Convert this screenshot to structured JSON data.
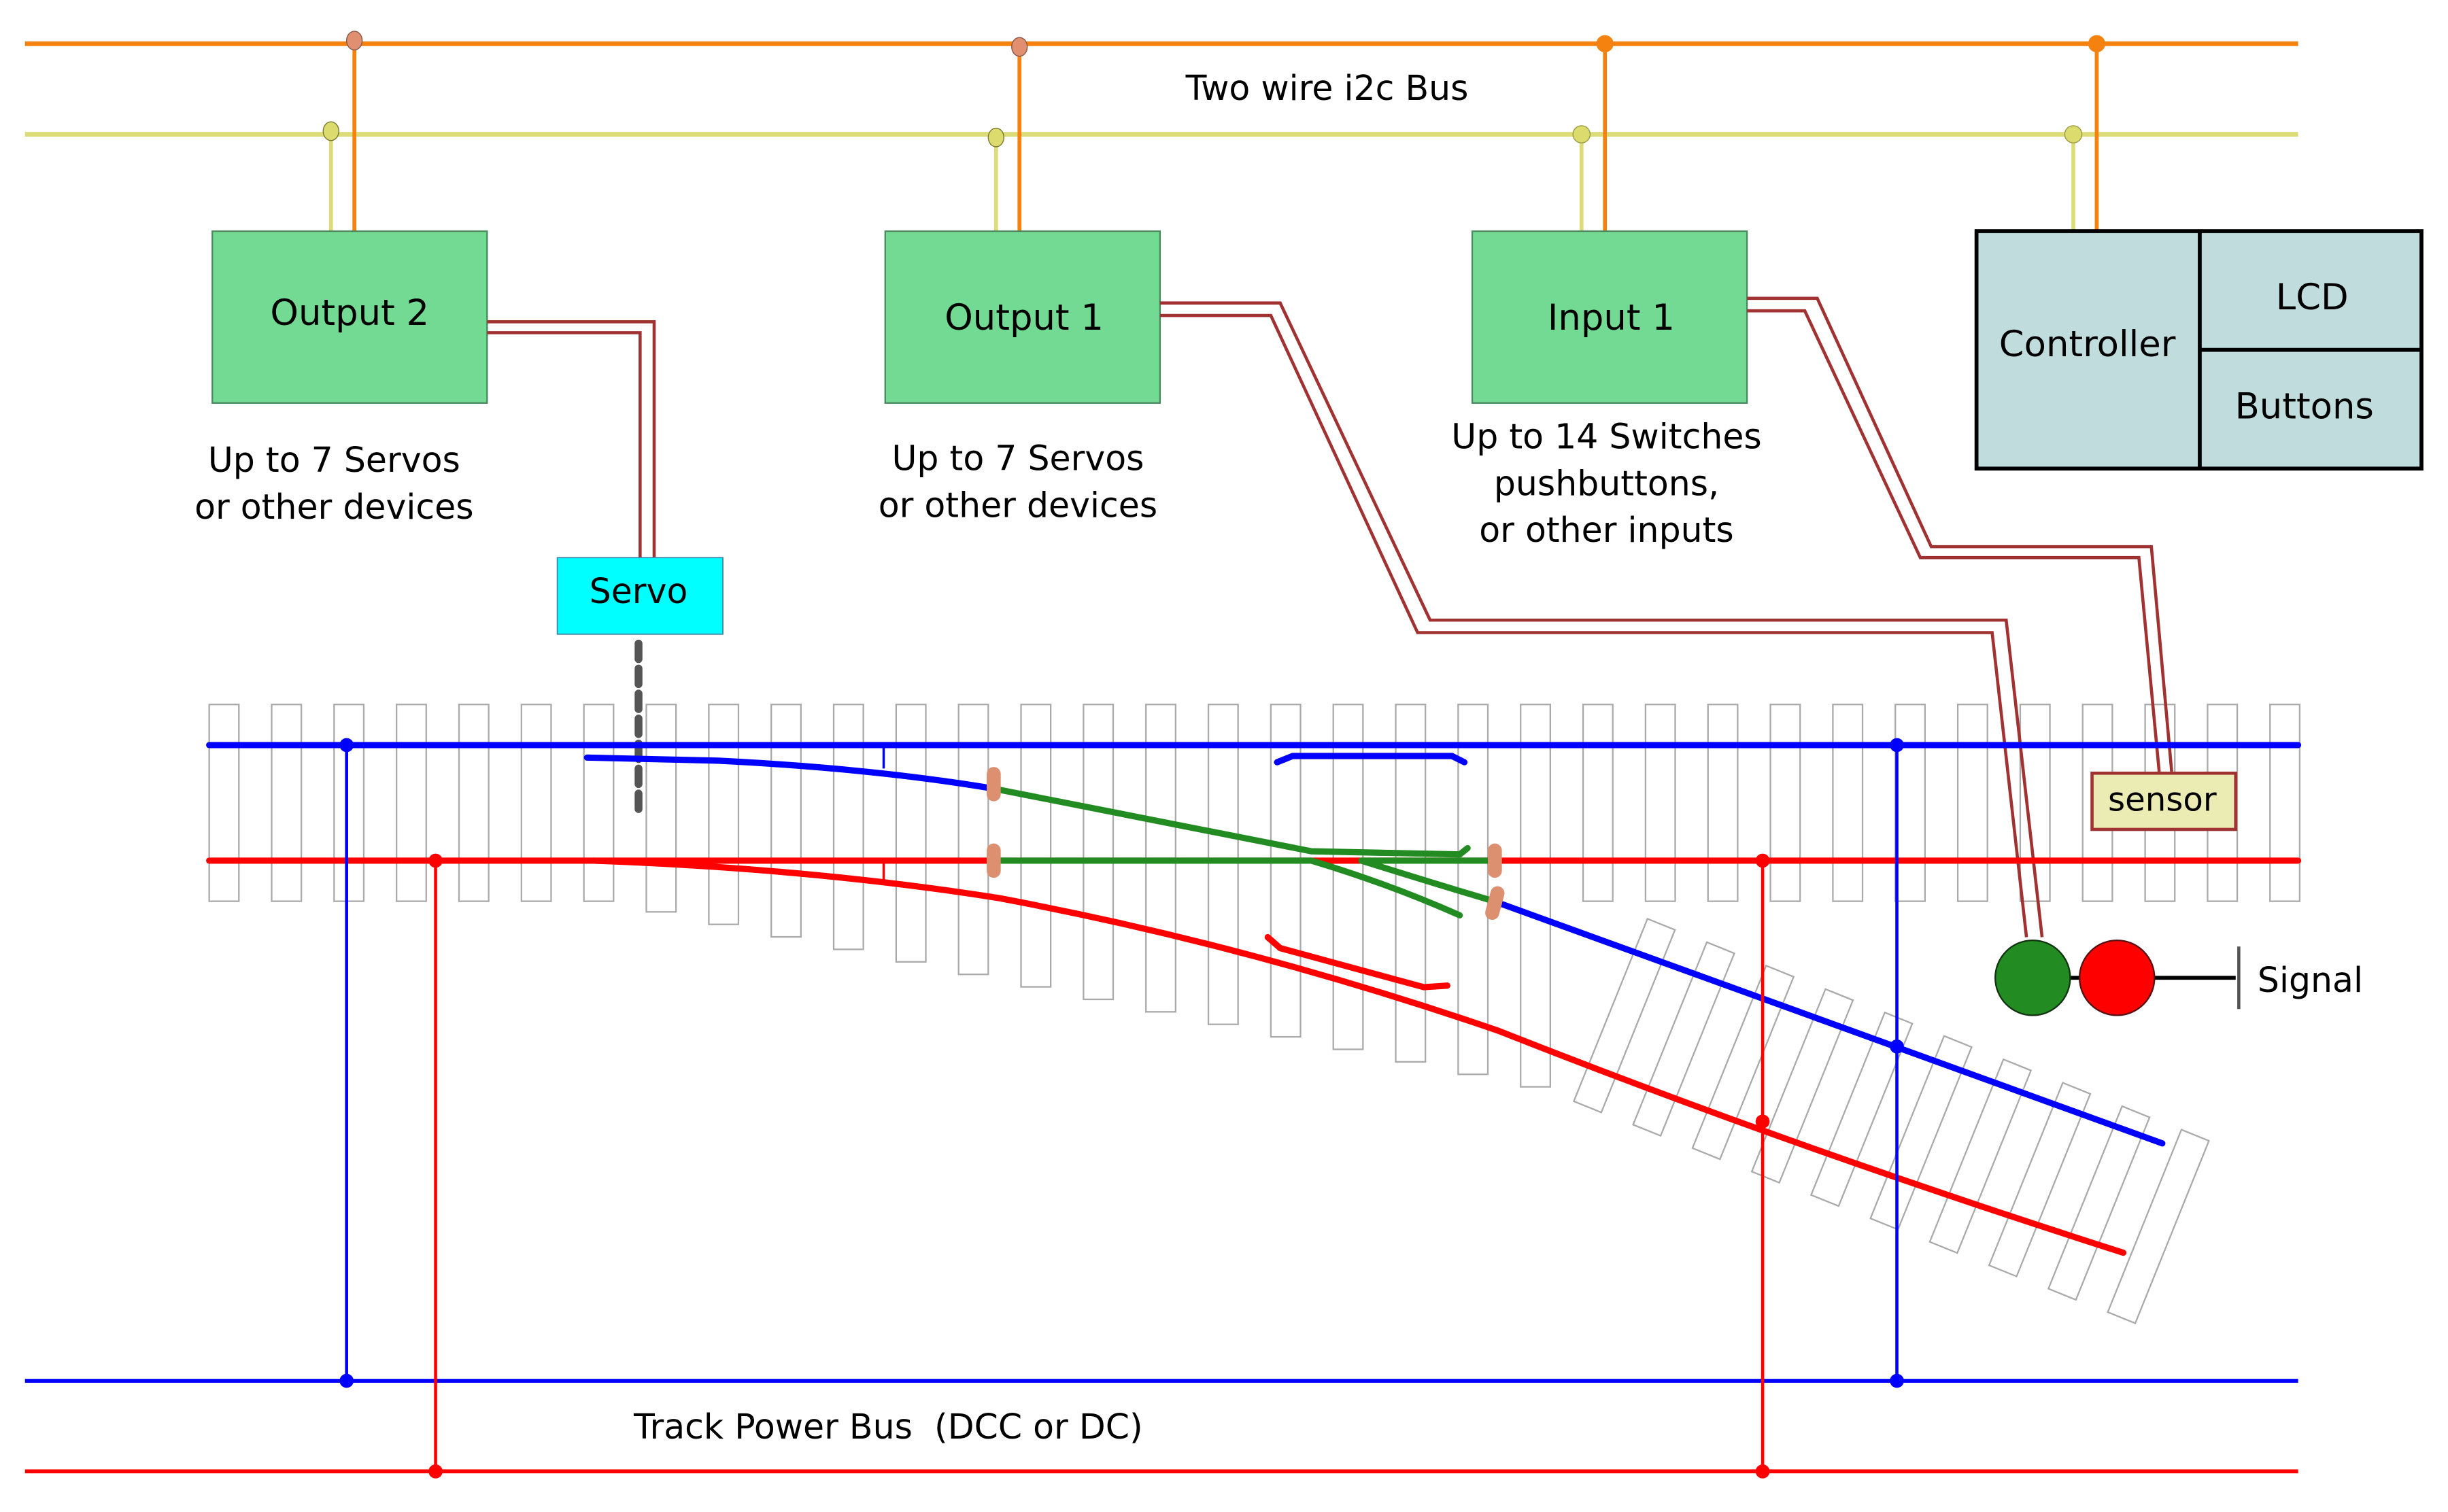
{
  "i2c_bus": {
    "label": "Two wire i2c Bus",
    "clock_color": "#f5820f",
    "data_color": "#dcdc78",
    "clock_tap_color": "#e09070",
    "data_tap_color": "#dcdc6e"
  },
  "modules": {
    "output2": {
      "label": "Output 2",
      "caption": [
        "Up to 7 Servos",
        "or other devices"
      ],
      "color": "#72da92"
    },
    "output1": {
      "label": "Output 1",
      "caption": [
        "Up to 7 Servos",
        "or other devices"
      ],
      "color": "#72da92"
    },
    "input1": {
      "label": "Input 1",
      "caption": [
        "Up to 14 Switches",
        "pushbuttons,",
        "or other inputs"
      ],
      "color": "#72da92"
    },
    "controller": {
      "label": "Controller",
      "lcd_label": "LCD",
      "buttons_label": "Buttons",
      "color": "#c0dcdc"
    }
  },
  "servo": {
    "label": "Servo",
    "color": "#00ffff"
  },
  "sensor": {
    "label": "sensor",
    "color": "#ebebb4",
    "border": "#a03232"
  },
  "signal": {
    "label": "Signal",
    "aspects": [
      "green",
      "red"
    ],
    "green": "#228b22",
    "red": "#ff0000"
  },
  "track_power_bus": {
    "label": "Track Power Bus  (DCC or DC)",
    "rail_a_color": "#0000ff",
    "rail_b_color": "#ff0000"
  },
  "colors": {
    "wire": "#a03232",
    "frog": "#228b22",
    "insulator": "#dc9070",
    "tie_stroke": "#aaaaaa",
    "servo_linkage": "#555555"
  }
}
